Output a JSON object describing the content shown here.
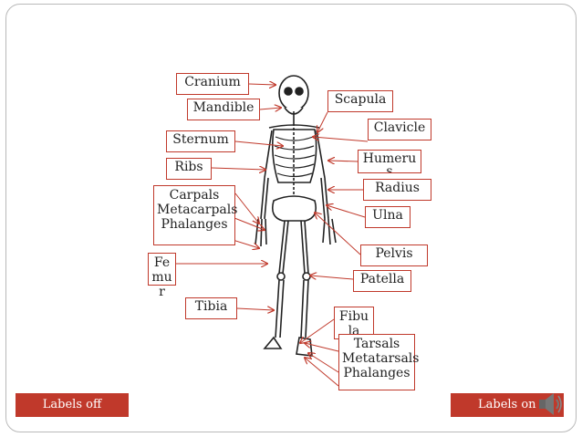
{
  "labels": {
    "cranium": "Cranium",
    "mandible": "Mandible",
    "sternum": "Sternum",
    "ribs": "Ribs",
    "carpals": "Carpals\nMetacarpals\nPhalanges",
    "femur": "Femur",
    "tibia": "Tibia",
    "scapula": "Scapula",
    "clavicle": "Clavicle",
    "humerus": "Humerus",
    "radius": "Radius",
    "ulna": "Ulna",
    "pelvis": "Pelvis",
    "patella": "Patella",
    "fibula": "Fibula",
    "tarsals": "Tarsals\nMetatarsals\nPhalanges"
  },
  "buttons": {
    "labels_off": "Labels off",
    "labels_on": "Labels on"
  },
  "icons": {
    "audio": "speaker-icon"
  },
  "colors": {
    "accent": "#c0392b"
  }
}
